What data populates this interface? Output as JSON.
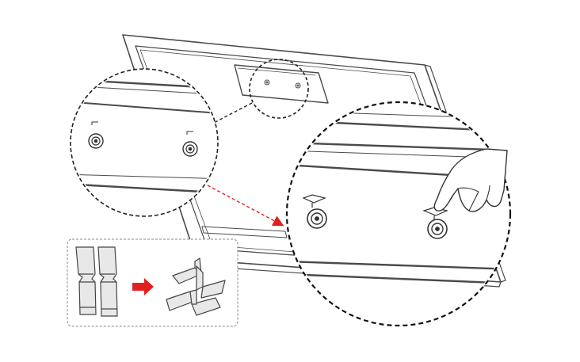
{
  "illustration": {
    "subject": "tv-rear-cable-holder-installation",
    "colors": {
      "line": "#4a4a4a",
      "panel_fill": "#ffffff",
      "strip_fill": "#e8e8e8",
      "accent_arrow": "#e02020",
      "callout_border": "#222222",
      "inset_border": "#888888"
    },
    "icons": [
      "tv-back-outline",
      "zoom-callout-left",
      "zoom-callout-right",
      "screw-boss-icon",
      "hand-icon",
      "cable-clip-icon",
      "red-arrow-icon",
      "tape-strip-icon",
      "folded-holder-icon"
    ]
  }
}
